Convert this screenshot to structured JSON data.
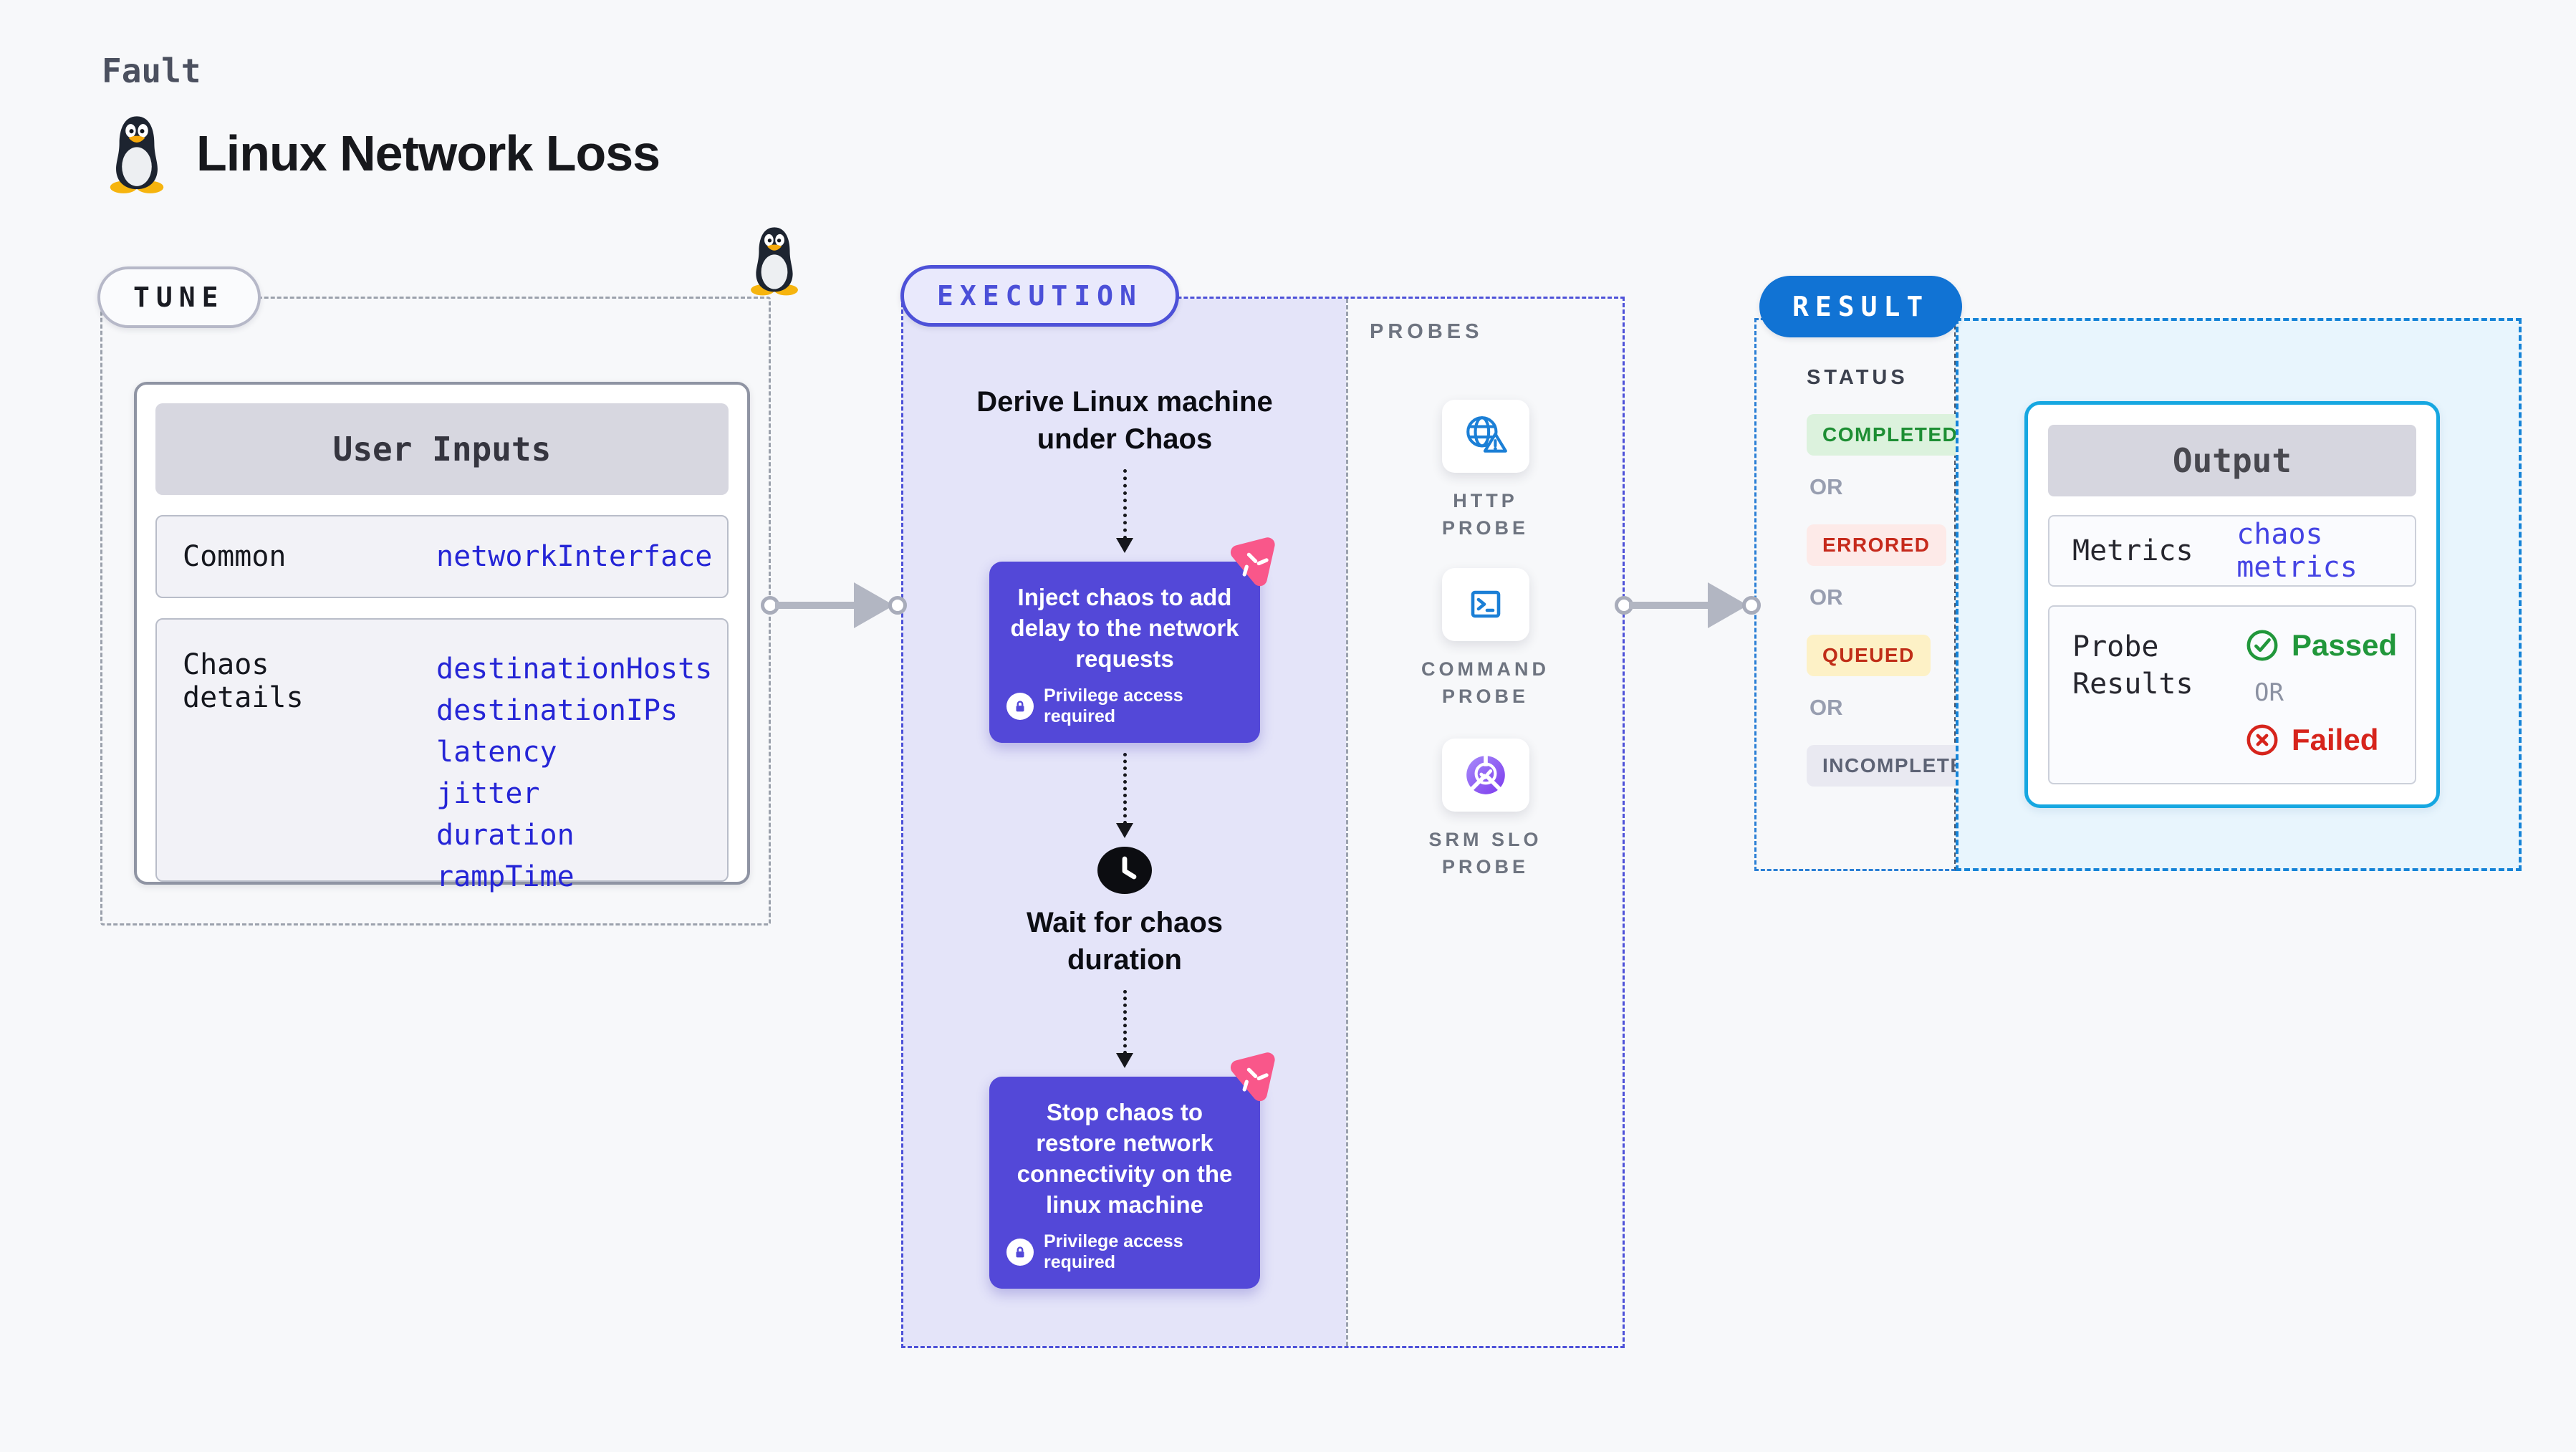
{
  "page": {
    "background": "#f7f8fa"
  },
  "header": {
    "kicker": "Fault",
    "title": "Linux Network Loss"
  },
  "tune": {
    "pill_label": "TUNE",
    "card": {
      "title": "User Inputs",
      "rows": [
        {
          "label": "Common",
          "values": [
            "networkInterface"
          ]
        },
        {
          "label": "Chaos details",
          "values": [
            "destinationHosts",
            "destinationIPs",
            "latency",
            "jitter",
            "duration",
            "rampTime"
          ]
        }
      ]
    }
  },
  "execution": {
    "pill_label": "EXECUTION",
    "derive_step": "Derive Linux machine under Chaos",
    "inject_step": {
      "text": "Inject chaos to add delay to the network requests",
      "privilege_note": "Privilege access required"
    },
    "wait_step": "Wait for chaos duration",
    "stop_step": {
      "text": "Stop chaos to restore network connectivity on the linux machine",
      "privilege_note": "Privilege access required"
    }
  },
  "probes": {
    "heading": "PROBES",
    "items": [
      {
        "label": "HTTP PROBE",
        "icon": "globe-alert-icon"
      },
      {
        "label": "COMMAND PROBE",
        "icon": "terminal-icon"
      },
      {
        "label": "SRM SLO PROBE",
        "icon": "slo-donut-check-icon"
      }
    ]
  },
  "result": {
    "pill_label": "RESULT",
    "status_heading": "STATUS",
    "or_label": "OR",
    "statuses": [
      {
        "label": "COMPLETED",
        "bg": "#dcf2dd",
        "color": "#1d8e33"
      },
      {
        "label": "ERRORED",
        "bg": "#fdeae8",
        "color": "#c62a1c"
      },
      {
        "label": "QUEUED",
        "bg": "#fdf1c6",
        "color": "#c02e18"
      },
      {
        "label": "INCOMPLETED",
        "bg": "#e9e9f1",
        "color": "#5d6375"
      }
    ],
    "output": {
      "title": "Output",
      "metrics_label": "Metrics",
      "metrics_value": "chaos metrics",
      "probe_results_label": "Probe Results",
      "passed_label": "Passed",
      "or_label": "OR",
      "failed_label": "Failed"
    }
  },
  "colors": {
    "accent_indigo": "#4d51d8",
    "chaos_card_purple": "#5348d8",
    "lavender_panel": "#e4e4f9",
    "result_blue": "#1173d4",
    "output_border_cyan": "#16a7e1",
    "output_panel_bg": "#e8f5fd",
    "probe_icon_blue": "#1b7fd6",
    "passed_green": "#21973b",
    "failed_red": "#d6241c",
    "litmus_pink": "#f9578a"
  }
}
